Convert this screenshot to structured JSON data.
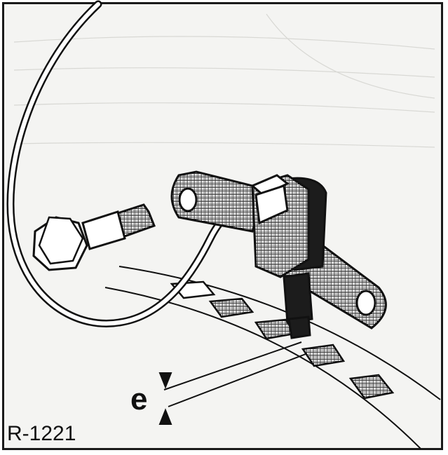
{
  "figure": {
    "reference": "R-1221",
    "dimension_label": "e"
  },
  "colors": {
    "ink": "#111111",
    "paper": "#f4f4f2",
    "hatch": "#555555"
  },
  "parts": {
    "sensor": "crankshaft-position-sensor",
    "bolt": "mounting-bolt",
    "ring": "reluctor-ring",
    "cable": "sensor-cable"
  }
}
